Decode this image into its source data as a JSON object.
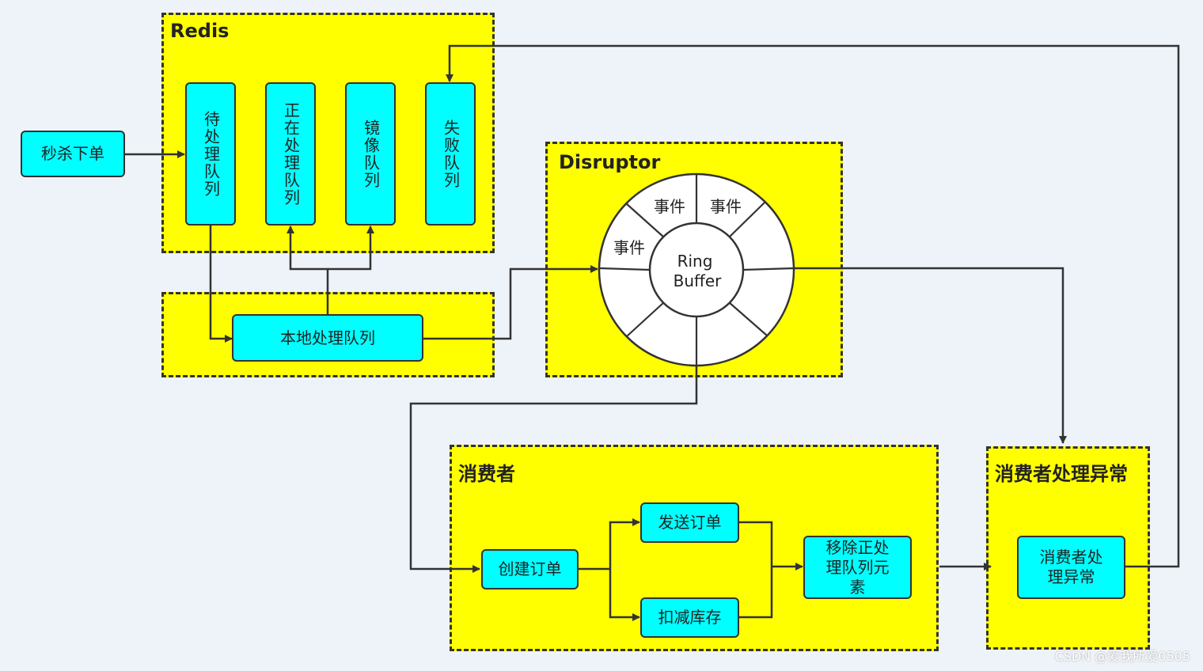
{
  "groups": {
    "redis": "Redis",
    "disruptor": "Disruptor",
    "consumer": "消费者",
    "consumer_exception": "消费者处理异常"
  },
  "nodes": {
    "seckill": "秒杀下单",
    "pending_queue": "待处理队列",
    "processing_queue": "正在处理队列",
    "mirror_queue": "镜像队列",
    "failed_queue": "失败队列",
    "local_queue": "本地处理队列",
    "create_order": "创建订单",
    "send_order": "发送订单",
    "deduct_stock": "扣减库存",
    "remove_element": "移除正处理队列元素",
    "exception_handler": "消费者处理异常"
  },
  "ring_buffer": {
    "center_line1": "Ring",
    "center_line2": "Buffer",
    "event_label": "事件"
  },
  "watermark": "CSDN @爱我所爱0505"
}
